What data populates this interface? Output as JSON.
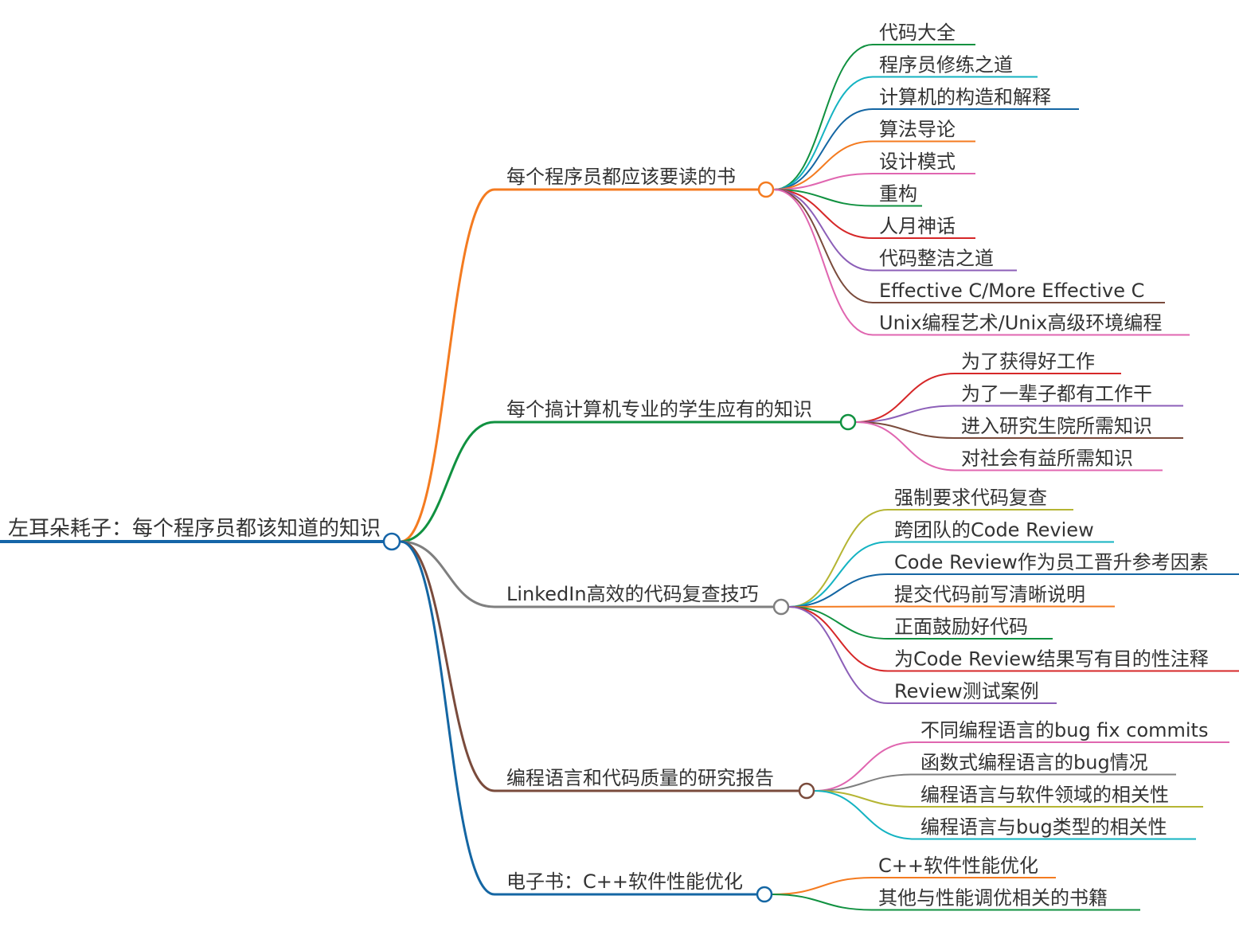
{
  "mindmap": {
    "root": {
      "label": "左耳朵耗子：每个程序员都该知道的知识",
      "color": "#1565a8"
    },
    "branches": [
      {
        "label": "每个程序员都应该要读的书",
        "color": "#f47b20",
        "leaves": [
          {
            "label": "代码大全",
            "color": "#109140"
          },
          {
            "label": "程序员修练之道",
            "color": "#14b3c2"
          },
          {
            "label": "计算机的构造和解释",
            "color": "#1466a3"
          },
          {
            "label": "算法导论",
            "color": "#f47b20"
          },
          {
            "label": "设计模式",
            "color": "#e066b0"
          },
          {
            "label": "重构",
            "color": "#109140"
          },
          {
            "label": "人月神话",
            "color": "#d62728"
          },
          {
            "label": "代码整洁之道",
            "color": "#8c5fb8"
          },
          {
            "label": "Effective C/More Effective C",
            "color": "#7a4b3c"
          },
          {
            "label": "Unix编程艺术/Unix高级环境编程",
            "color": "#e066b0"
          }
        ]
      },
      {
        "label": "每个搞计算机专业的学生应有的知识",
        "color": "#109140",
        "leaves": [
          {
            "label": "为了获得好工作",
            "color": "#d62728"
          },
          {
            "label": "为了一辈子都有工作干",
            "color": "#8c5fb8"
          },
          {
            "label": "进入研究生院所需知识",
            "color": "#7a4b3c"
          },
          {
            "label": "对社会有益所需知识",
            "color": "#e066b0"
          }
        ]
      },
      {
        "label": "LinkedIn高效的代码复查技巧",
        "color": "#7f7f7f",
        "leaves": [
          {
            "label": "强制要求代码复查",
            "color": "#b5b533"
          },
          {
            "label": "跨团队的Code Review",
            "color": "#14b3c2"
          },
          {
            "label": "Code Review作为员工晋升参考因素",
            "color": "#1466a3"
          },
          {
            "label": "提交代码前写清晰说明",
            "color": "#f47b20"
          },
          {
            "label": "正面鼓励好代码",
            "color": "#109140"
          },
          {
            "label": "为Code Review结果写有目的性注释",
            "color": "#d62728"
          },
          {
            "label": "Review测试案例",
            "color": "#8c5fb8"
          }
        ]
      },
      {
        "label": "编程语言和代码质量的研究报告",
        "color": "#7a4b3c",
        "leaves": [
          {
            "label": "不同编程语言的bug fix commits",
            "color": "#e066b0"
          },
          {
            "label": "函数式编程语言的bug情况",
            "color": "#7f7f7f"
          },
          {
            "label": "编程语言与软件领域的相关性",
            "color": "#b5b533"
          },
          {
            "label": "编程语言与bug类型的相关性",
            "color": "#14b3c2"
          }
        ]
      },
      {
        "label": "电子书：C++软件性能优化",
        "color": "#1466a3",
        "leaves": [
          {
            "label": "C++软件性能优化",
            "color": "#f47b20"
          },
          {
            "label": "其他与性能调优相关的书籍",
            "color": "#109140"
          }
        ]
      }
    ]
  }
}
